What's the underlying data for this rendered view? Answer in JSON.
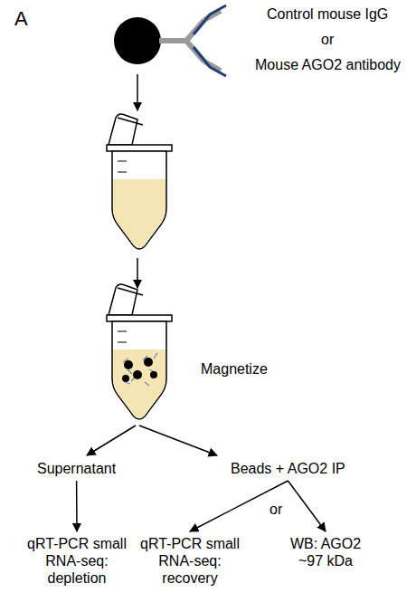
{
  "diagram": {
    "nodes": [
      {
        "text": [
          "Supernatant"
        ]
      },
      {
        "text": [
          "Beads + AGO2 IP"
        ]
      },
      {
        "text": [
          "qRT-PCR small RNA-seq: depletion"
        ]
      },
      {
        "text": [
          "qRT-PCR small RNA-seq: recovery"
        ]
      },
      {
        "text": [
          "WB: AGO2 ~97 kDa"
        ]
      }
    ],
    "edges": [
      {
        "from": 0,
        "to": 2,
        "arrow": "to"
      },
      {
        "from": 1,
        "to": 3,
        "arrow": "to"
      },
      {
        "from": 1,
        "to": 4,
        "arrow": "to"
      }
    ],
    "labels": [
      "A",
      "Control mouse IgG",
      "or",
      "Mouse AGO2 antibody",
      "Magnetize",
      "or"
    ]
  }
}
